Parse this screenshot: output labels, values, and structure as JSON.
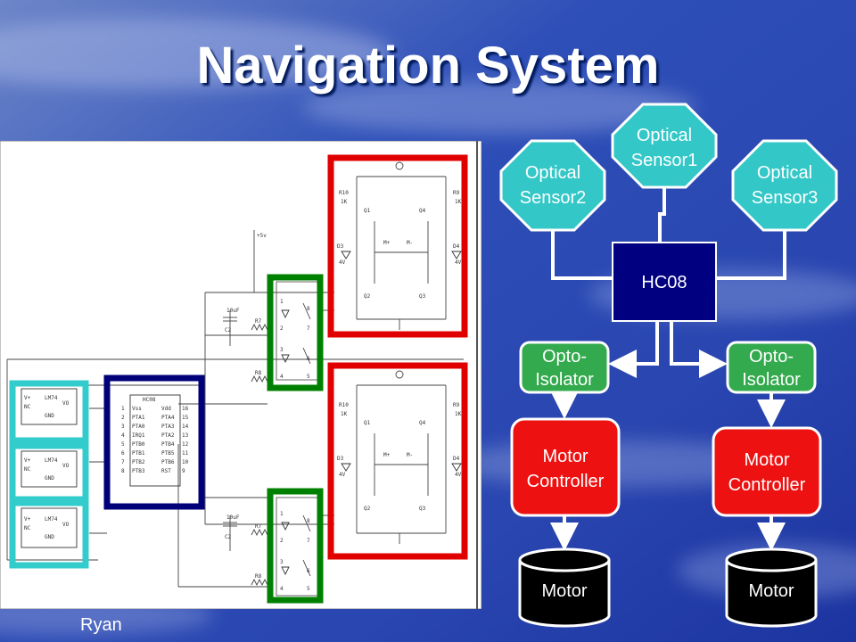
{
  "slide": {
    "title": "Navigation System",
    "author": "Ryan"
  },
  "diagram": {
    "sensors": [
      {
        "id": "s1",
        "label": [
          "Optical",
          "Sensor1"
        ]
      },
      {
        "id": "s2",
        "label": [
          "Optical",
          "Sensor2"
        ]
      },
      {
        "id": "s3",
        "label": [
          "Optical",
          "Sensor3"
        ]
      }
    ],
    "mcu": "HC08",
    "isolators": [
      {
        "id": "iso-left",
        "label": [
          "Opto-",
          "Isolator"
        ]
      },
      {
        "id": "iso-right",
        "label": [
          "Opto-",
          "Isolator"
        ]
      }
    ],
    "controllers": [
      {
        "id": "ctrl-left",
        "label": [
          "Motor",
          "Controller"
        ]
      },
      {
        "id": "ctrl-right",
        "label": [
          "Motor",
          "Controller"
        ]
      }
    ],
    "motors": [
      {
        "id": "motor-left",
        "label": "Motor"
      },
      {
        "id": "motor-right",
        "label": "Motor"
      }
    ]
  },
  "schematic": {
    "mcu_chip": {
      "name": "HC08",
      "left_pins": [
        "Vss",
        "PTA1",
        "PTA0",
        "IRQ1",
        "PTB0",
        "PTB1",
        "PTB2",
        "PTB3"
      ],
      "left_nums": [
        "1",
        "2",
        "3",
        "4",
        "5",
        "6",
        "7",
        "8"
      ],
      "right_pins": [
        "Vdd",
        "PTA4",
        "PTA3",
        "PTA2",
        "PTB4",
        "PTB5",
        "PTB6",
        "RST"
      ],
      "right_nums": [
        "16",
        "15",
        "14",
        "13",
        "12",
        "11",
        "10",
        "9"
      ]
    },
    "regulator_pins": [
      "V+",
      "NC",
      "GND",
      "VO"
    ],
    "regulator_name": "LM74",
    "supply": "+5v",
    "cap": "10uF",
    "cap_ref": "C2",
    "resistors_left": [
      "R7",
      "R8"
    ],
    "hbridge": {
      "r_left": "R10",
      "r_left_val": "1K",
      "r_right": "R9",
      "r_right_val": "1K",
      "q": [
        "Q1",
        "Q2",
        "Q3",
        "Q4"
      ],
      "d": [
        "D3",
        "D4"
      ],
      "d_val": "4V",
      "m_plus": "M+",
      "m_minus": "M-"
    },
    "opto_pins": [
      "1",
      "2",
      "3",
      "4",
      "5",
      "6",
      "7",
      "8"
    ]
  },
  "colors": {
    "sensor": "#33c7c7",
    "mcu": "#000080",
    "isolator": "#33aa4d",
    "controller": "#ee1111",
    "motor": "#000000",
    "box_red": "#e00000",
    "box_green": "#008000",
    "box_navy": "#00007a",
    "box_cyan": "#33cccc"
  }
}
